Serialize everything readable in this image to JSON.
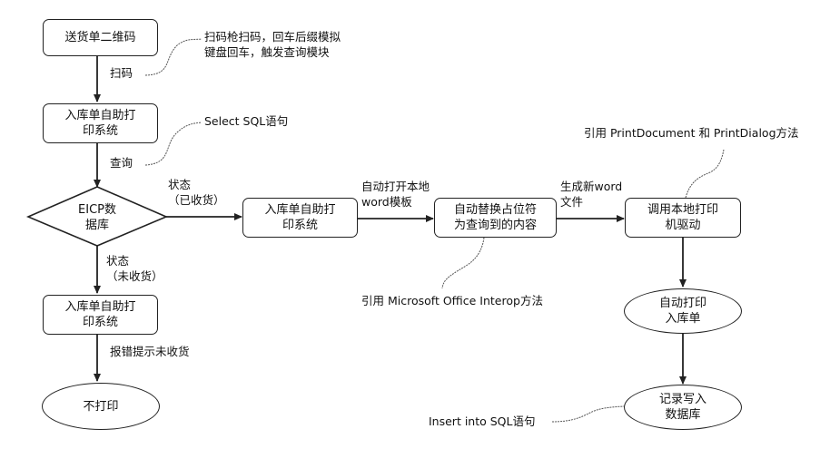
{
  "nodes": {
    "qr_code": "送货单二维码",
    "system_1": "入库单自助打\n印系统",
    "database": "EICP数\n据库",
    "system_2": "入库单自助打\n印系统",
    "system_3": "入库单自助打\n印系统",
    "no_print": "不打印",
    "replace": "自动替换占位符\n为查询到的内容",
    "printer": "调用本地打印\n机驱动",
    "auto_print": "自动打印\n入库单",
    "record": "记录写入\n数据库"
  },
  "edge_labels": {
    "scan": "扫码",
    "query": "查询",
    "status_received": "状态\n（已收货）",
    "status_not_received": "状态\n（未收货）",
    "error_not_received": "报错提示未收货",
    "open_template": "自动打开本地\nword模板",
    "new_word": "生成新word\n文件"
  },
  "annotations": {
    "scanner": "扫码枪扫码，回车后缀模拟\n键盘回车，触发查询模块",
    "select_sql": "Select SQL语句",
    "print_api": "引用 PrintDocument 和 PrintDialog方法",
    "interop": "引用 Microsoft Office Interop方法",
    "insert_sql": "Insert into SQL语句"
  }
}
